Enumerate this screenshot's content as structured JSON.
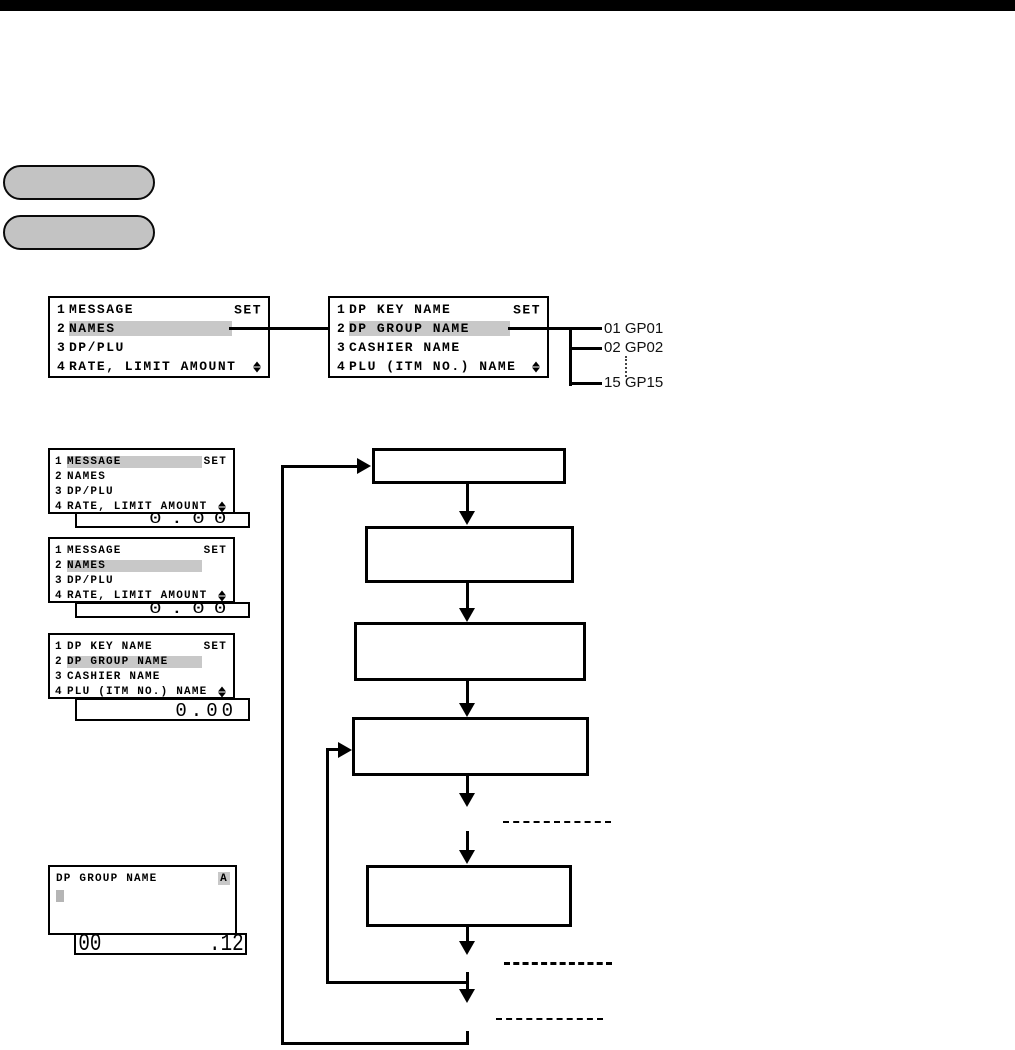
{
  "menus": {
    "main": {
      "set": "SET",
      "rows": [
        {
          "num": "1",
          "label": "MESSAGE"
        },
        {
          "num": "2",
          "label": "NAMES"
        },
        {
          "num": "3",
          "label": "DP/PLU"
        },
        {
          "num": "4",
          "label": "RATE, LIMIT AMOUNT"
        }
      ]
    },
    "names": {
      "set": "SET",
      "rows": [
        {
          "num": "1",
          "label": "DP KEY NAME"
        },
        {
          "num": "2",
          "label": "DP GROUP NAME"
        },
        {
          "num": "3",
          "label": "CASHIER NAME"
        },
        {
          "num": "4",
          "label": "PLU (ITM NO.) NAME"
        }
      ]
    }
  },
  "gp_list": {
    "items": [
      "01 GP01",
      "02 GP02",
      "15 GP15"
    ]
  },
  "lcd": {
    "amount": "0.00"
  },
  "entry": {
    "title": "DP GROUP NAME",
    "mode": "A",
    "left_digits": "00",
    "right_digits": ".12"
  },
  "colors": {
    "highlight": "#c8c8c8",
    "key_fill": "#c3c3c3",
    "bar": "#000000"
  }
}
